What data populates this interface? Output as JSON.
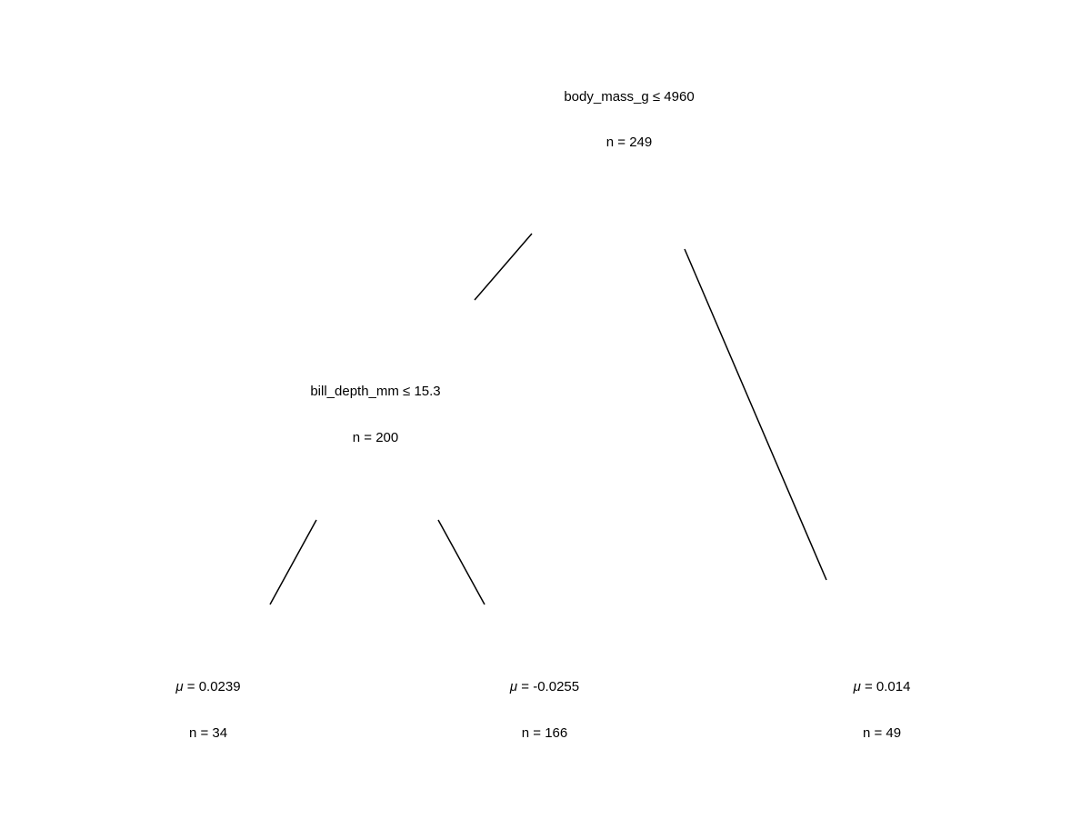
{
  "tree": {
    "root": {
      "split_label": "body_mass_g ≤ 4960",
      "n_label": "n = 249"
    },
    "left": {
      "split_label": "bill_depth_mm ≤ 15.3",
      "n_label": "n = 200"
    },
    "leaves": [
      {
        "mu_symbol": "μ",
        "mu_value": " = 0.0239",
        "n_label": "n = 34"
      },
      {
        "mu_symbol": "μ",
        "mu_value": " = -0.0255",
        "n_label": "n = 166"
      },
      {
        "mu_symbol": "μ",
        "mu_value": " = 0.014",
        "n_label": "n = 49"
      }
    ]
  }
}
